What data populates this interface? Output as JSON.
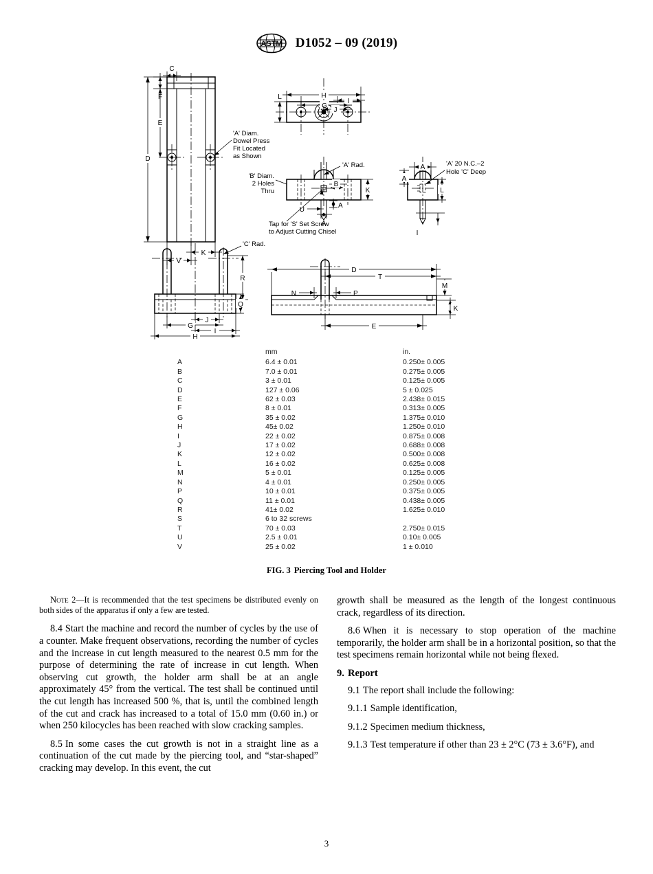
{
  "header": {
    "logo_name": "astm-logo",
    "designation": "D1052 – 09 (2019)"
  },
  "figure": {
    "caption_label": "FIG. 3",
    "caption_title": "Piercing Tool and Holder",
    "annotations": {
      "dowel": [
        "'A' Diam.",
        "Dowel Press",
        "Fit Located",
        "as Shown"
      ],
      "b_diam": [
        "'B' Diam.",
        "2 Holes",
        "Thru"
      ],
      "a_rad": "'A' Rad.",
      "set_screw": [
        "Tap for 'S' Set Screw",
        "to Adjust Cutting Chisel"
      ],
      "nc_thread": [
        "'A' 20 N.C.–2",
        "Hole 'C' Deep"
      ],
      "c_rad": "'C' Rad."
    },
    "dim_letters": {
      "view_left": [
        "C",
        "F",
        "E",
        "D",
        "K",
        "V"
      ],
      "view_top_plan": [
        "H",
        "I",
        "G",
        "J",
        "L"
      ],
      "view_mid_section": [
        "B",
        "K",
        "U",
        "A"
      ],
      "view_right": [
        "A",
        "A",
        "L",
        "I"
      ],
      "view_lower_left": [
        "R",
        "Q",
        "J",
        "G",
        "I",
        "H"
      ],
      "view_lower_right": [
        "D",
        "T",
        "M",
        "N",
        "P",
        "K",
        "E"
      ]
    }
  },
  "dim_table": {
    "headers": {
      "letter": "",
      "mm": "mm",
      "inch": "in."
    },
    "rows": [
      {
        "letter": "A",
        "mm": "6.4 ± 0.01",
        "inch": "0.250± 0.005"
      },
      {
        "letter": "B",
        "mm": "7.0 ± 0.01",
        "inch": "0.275± 0.005"
      },
      {
        "letter": "C",
        "mm": "3 ± 0.01",
        "inch": "0.125± 0.005"
      },
      {
        "letter": "D",
        "mm": "127 ± 0.06",
        "inch": "5 ± 0.025"
      },
      {
        "letter": "E",
        "mm": "62 ± 0.03",
        "inch": "2.438± 0.015"
      },
      {
        "letter": "F",
        "mm": "8 ± 0.01",
        "inch": "0.313± 0.005"
      },
      {
        "letter": "G",
        "mm": "35 ± 0.02",
        "inch": "1.375± 0.010"
      },
      {
        "letter": "H",
        "mm": "45± 0.02",
        "inch": "1.250± 0.010"
      },
      {
        "letter": "I",
        "mm": "22 ± 0.02",
        "inch": "0.875± 0.008"
      },
      {
        "letter": "J",
        "mm": "17 ± 0.02",
        "inch": "0.688± 0.008"
      },
      {
        "letter": "K",
        "mm": "12 ± 0.02",
        "inch": "0.500± 0.008"
      },
      {
        "letter": "L",
        "mm": "16 ± 0.02",
        "inch": "0.625± 0.008"
      },
      {
        "letter": "M",
        "mm": "5 ± 0.01",
        "inch": "0.125± 0.005"
      },
      {
        "letter": "N",
        "mm": "4 ± 0.01",
        "inch": "0.250± 0.005"
      },
      {
        "letter": "P",
        "mm": "10 ± 0.01",
        "inch": "0.375± 0.005"
      },
      {
        "letter": "Q",
        "mm": "11 ± 0.01",
        "inch": "0.438± 0.005"
      },
      {
        "letter": "R",
        "mm": "41± 0.02",
        "inch": "1.625± 0.010"
      },
      {
        "letter": "S",
        "mm": "6 to 32 screws",
        "inch": ""
      },
      {
        "letter": "T",
        "mm": "70 ± 0.03",
        "inch": "2.750± 0.015"
      },
      {
        "letter": "U",
        "mm": "2.5 ± 0.01",
        "inch": "0.10± 0.005"
      },
      {
        "letter": "V",
        "mm": "25 ± 0.02",
        "inch": "1 ± 0.010"
      }
    ]
  },
  "body": {
    "left_column": {
      "note_label": "Note",
      "note_number": "2",
      "note_text": "—It is recommended that the test specimens be distributed evenly on both sides of the apparatus if only a few are tested.",
      "para_8_4_num": "8.4",
      "para_8_4": "Start the machine and record the number of cycles by the use of a counter. Make frequent observations, recording the number of cycles and the increase in cut length measured to the nearest 0.5 mm for the purpose of determining the rate of increase in cut length. When observing cut growth, the holder arm shall be at an angle approximately 45° from the vertical. The test shall be continued until the cut length has increased 500 %, that is, until the combined length of the cut and crack has increased to a total of 15.0 mm (0.60 in.) or when 250 kilocycles has been reached with slow cracking samples.",
      "para_8_5_num": "8.5",
      "para_8_5": "In some cases the cut growth is not in a straight line as a continuation of the cut made by the piercing tool, and “star-shaped” cracking may develop. In this event, the cut"
    },
    "right_column": {
      "para_8_5_cont": "growth shall be measured as the length of the longest continuous crack, regardless of its direction.",
      "para_8_6_num": "8.6",
      "para_8_6": "When it is necessary to stop operation of the machine temporarily, the holder arm shall be in a horizontal position, so that the test specimens remain horizontal while not being flexed.",
      "section_9_num": "9.",
      "section_9_title": "Report",
      "para_9_1_num": "9.1",
      "para_9_1": "The report shall include the following:",
      "para_9_1_1_num": "9.1.1",
      "para_9_1_1": "Sample identification,",
      "para_9_1_2_num": "9.1.2",
      "para_9_1_2": "Specimen medium thickness,",
      "para_9_1_3_num": "9.1.3",
      "para_9_1_3": "Test temperature if other than 23 ± 2°C (73 ± 3.6°F), and"
    }
  },
  "footer": {
    "page_number": "3"
  }
}
